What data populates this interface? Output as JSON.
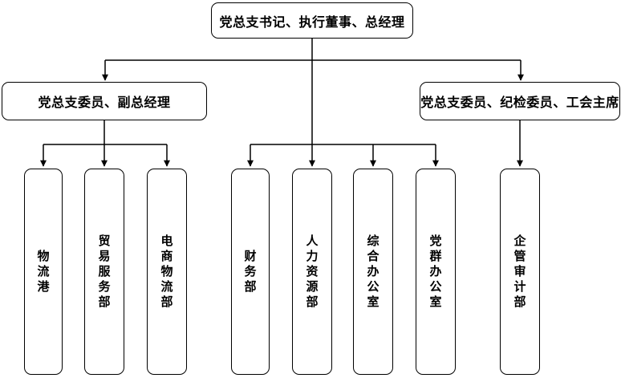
{
  "diagram": {
    "root": {
      "label": "党总支书记、执行董事、总经理"
    },
    "branches": [
      {
        "label": "党总支委员、副总经理"
      },
      {
        "label": "党总支委员、纪检委员、工会主席"
      }
    ],
    "departments": [
      {
        "label": "物流港"
      },
      {
        "label": "贸易服务部"
      },
      {
        "label": "电商物流部"
      },
      {
        "label": "财务部"
      },
      {
        "label": "人力资源部"
      },
      {
        "label": "综合办公室"
      },
      {
        "label": "党群办公室"
      },
      {
        "label": "企管审计部"
      }
    ],
    "colors": {
      "line": "#000000",
      "box_border": "#000000",
      "box_fill": "#ffffff",
      "text": "#000000",
      "background": "#ffffff"
    }
  }
}
